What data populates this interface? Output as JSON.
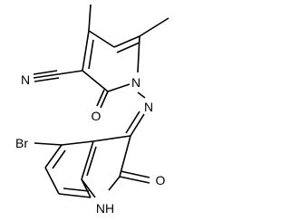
{
  "molecule": {
    "atoms": {
      "n_nitrile": "N",
      "o_pyridone": "O",
      "n_pyridone": "N",
      "n_imine": "N",
      "br": "Br",
      "o_indolinone": "O",
      "nh": "NH"
    }
  }
}
